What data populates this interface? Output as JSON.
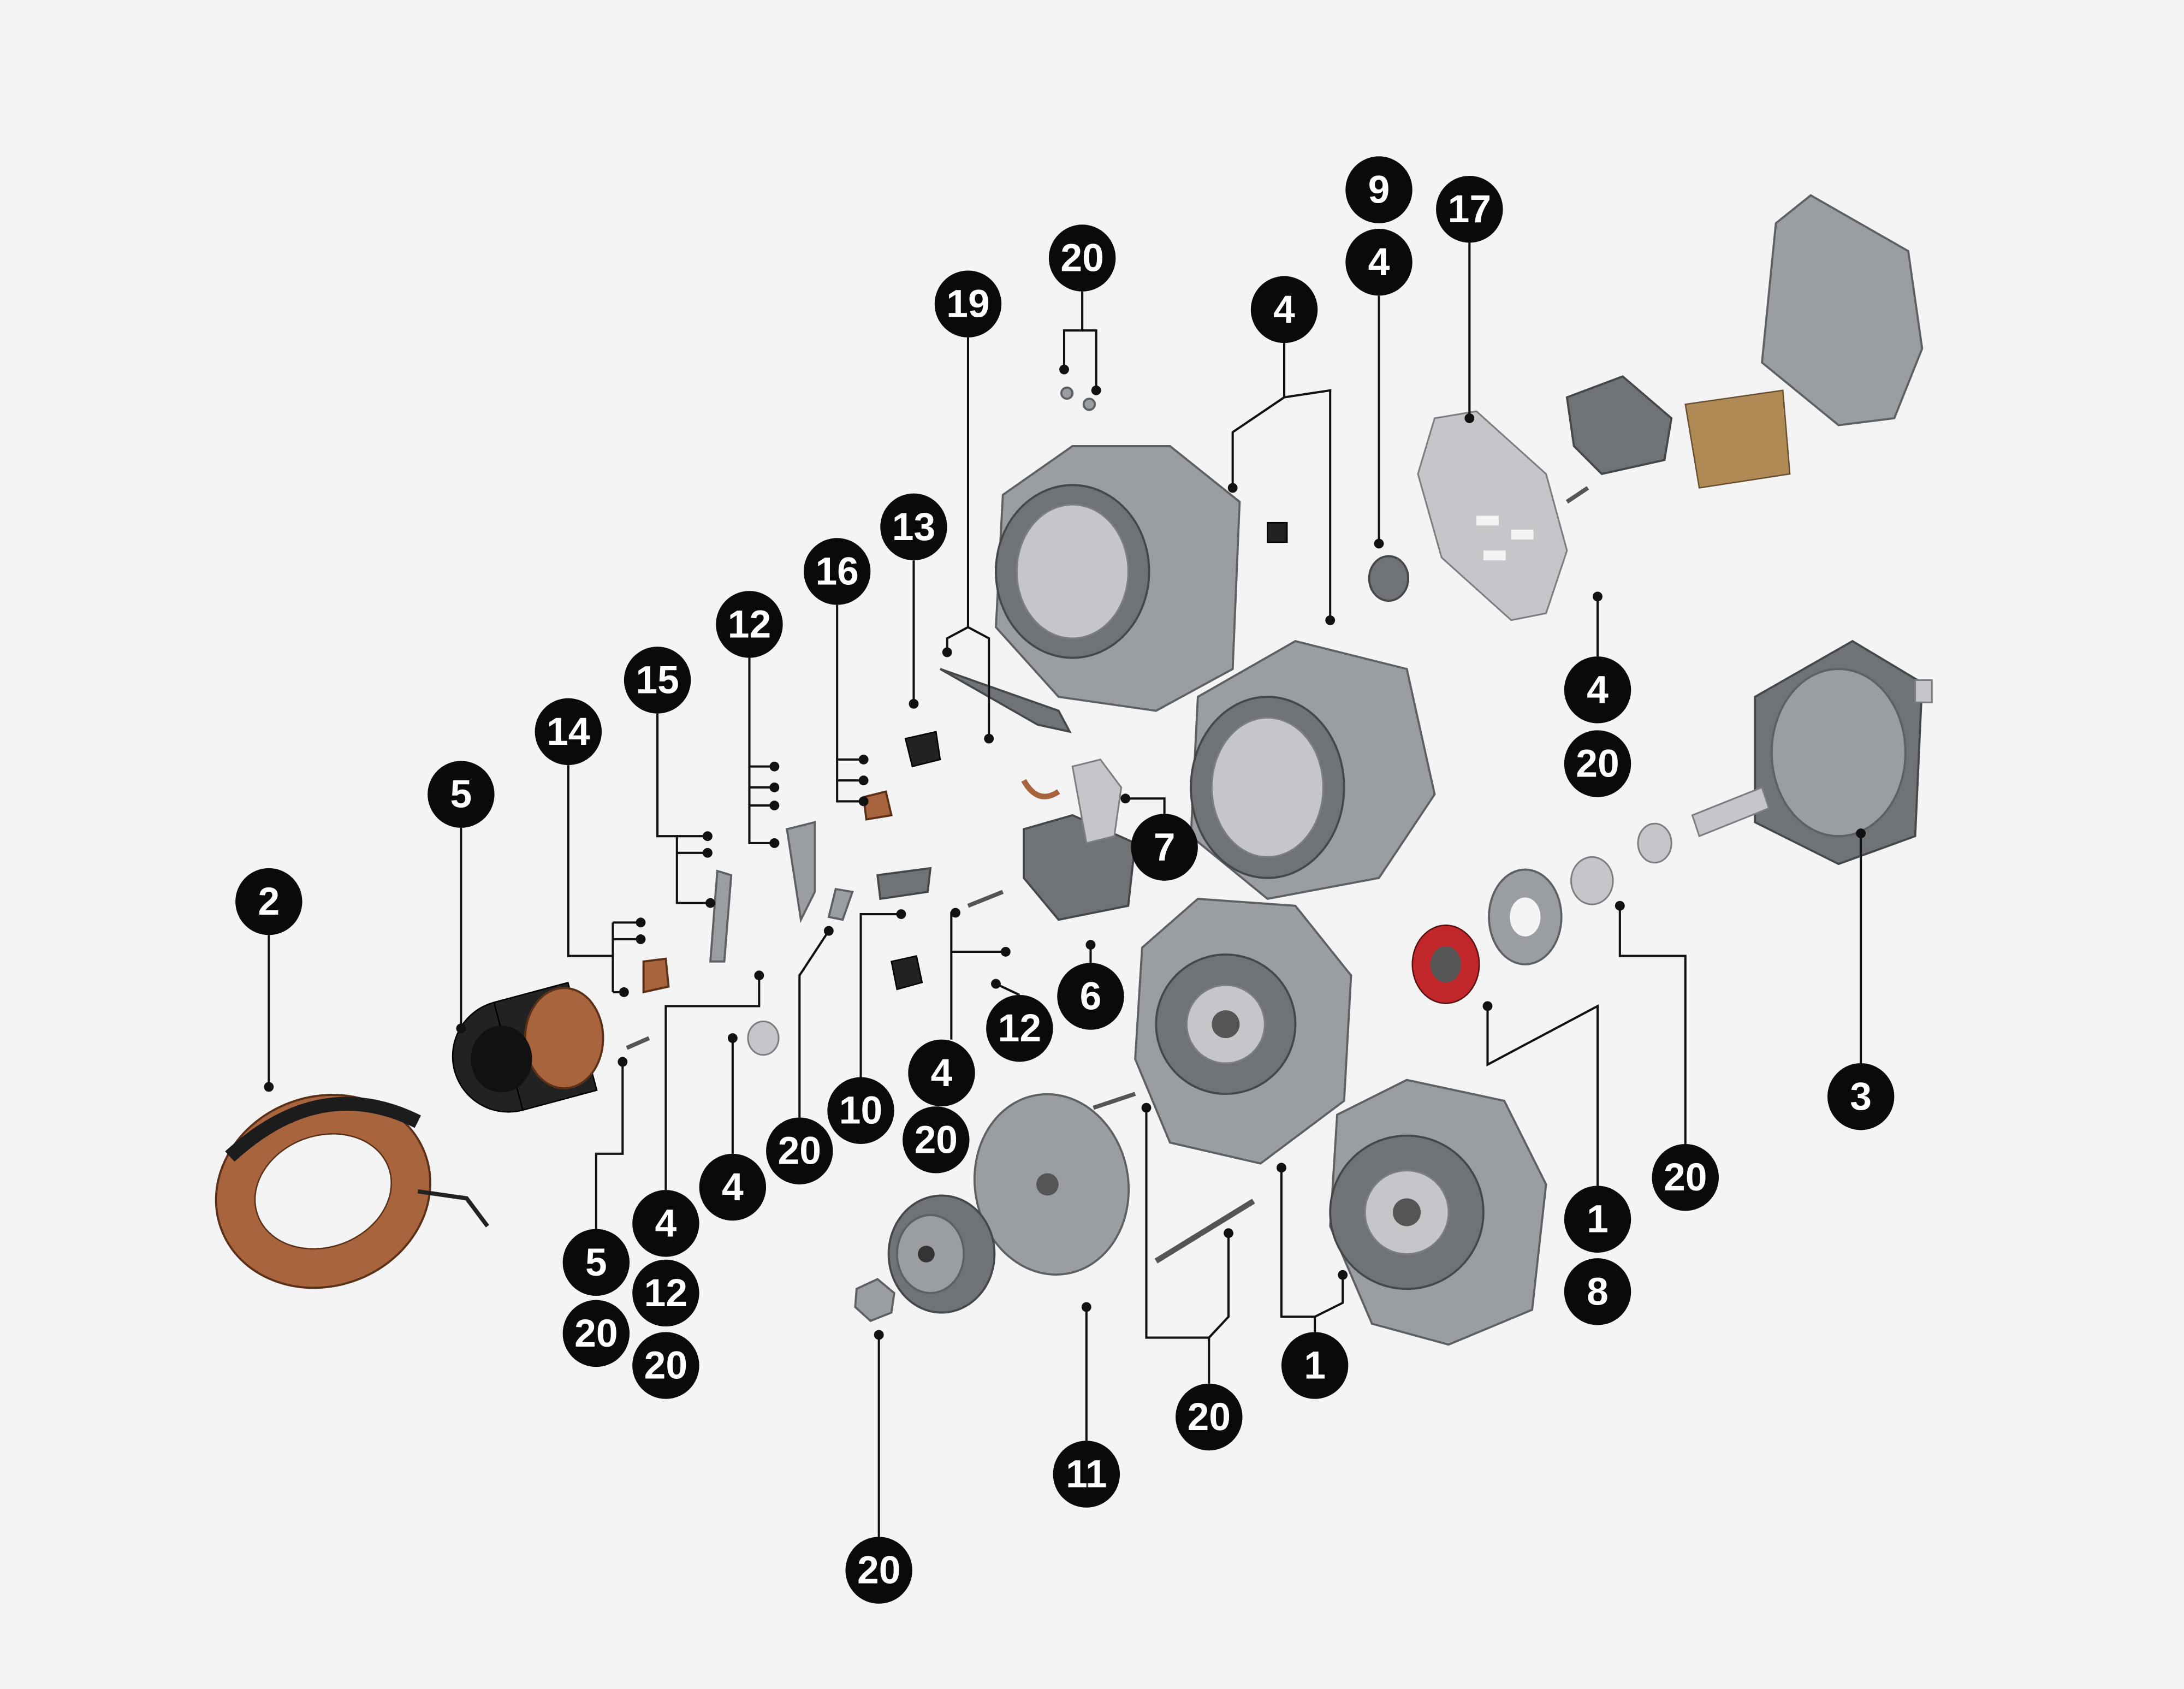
{
  "diagram": {
    "title": "Alternator exploded view",
    "colors": {
      "callout_fill": "#0a0a0a",
      "callout_text": "#ffffff",
      "background": "#f4f4f4",
      "copper": "#a8643c",
      "bearing_seal": "#c0262a"
    }
  },
  "callouts": [
    "20",
    "19",
    "9",
    "4",
    "17",
    "4",
    "13",
    "16",
    "12",
    "15",
    "14",
    "5",
    "2",
    "4",
    "20",
    "7",
    "6",
    "12",
    "4",
    "20",
    "10",
    "20",
    "4",
    "4",
    "12",
    "20",
    "5",
    "20",
    "3",
    "20",
    "1",
    "8",
    "1",
    "20",
    "11",
    "20"
  ]
}
